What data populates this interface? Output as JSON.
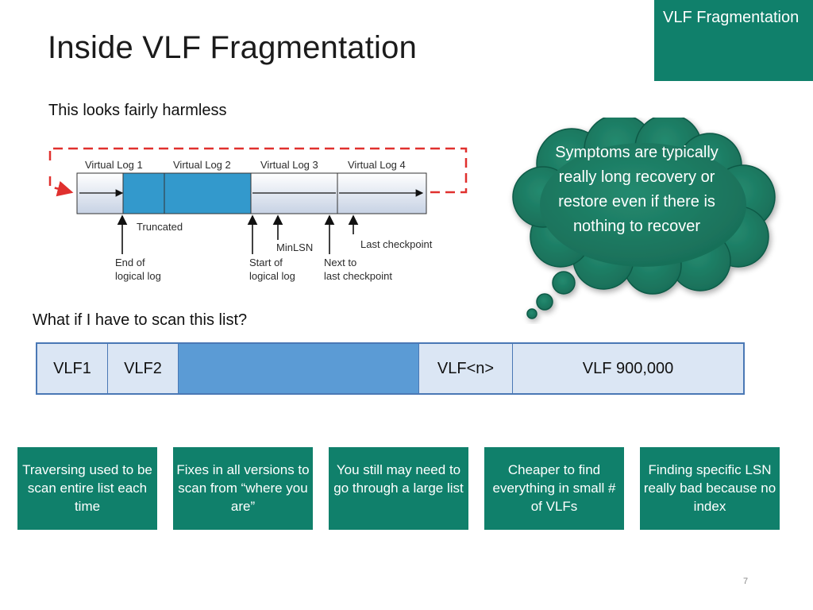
{
  "slide": {
    "title": "Inside VLF Fragmentation",
    "corner_label": "VLF Fragmentation",
    "subtitle": "This looks fairly harmless",
    "question": "What if I have to scan this list?",
    "page_number": "7"
  },
  "diagram": {
    "virtual_logs": [
      "Virtual Log 1",
      "Virtual Log 2",
      "Virtual Log 3",
      "Virtual Log 4"
    ],
    "labels": {
      "truncated": "Truncated",
      "minlsn": "MinLSN",
      "last_checkpoint": "Last checkpoint",
      "end_logical_1": "End of",
      "end_logical_2": "logical log",
      "start_logical_1": "Start of",
      "start_logical_2": "logical log",
      "next_checkpoint_1": "Next to",
      "next_checkpoint_2": "last checkpoint"
    }
  },
  "callout": {
    "text": "Symptoms are typically really long recovery or restore even if there is nothing to recover"
  },
  "vlf_list": {
    "cells": [
      "VLF1",
      "VLF2",
      "",
      "VLF<n>",
      "VLF 900,000"
    ]
  },
  "boxes": [
    "Traversing used to be scan entire list each time",
    "Fixes in all versions to scan from “where you are”",
    "You still may need to go through a large list",
    "Cheaper to find everything in small #  of VLFs",
    "Finding specific LSN really bad because no index"
  ],
  "colors": {
    "accent_green": "#10806b",
    "cloud_green": "#1d7a63",
    "vlf_cell": "#dbe6f4",
    "vlf_filler": "#5b9bd5",
    "dashed_red": "#e0302e",
    "log_blue": "#3399cc"
  }
}
